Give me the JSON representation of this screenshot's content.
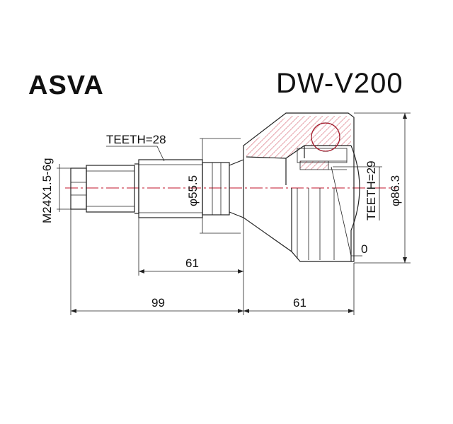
{
  "header": {
    "brand": "ASVA",
    "part_number": "DW-V200"
  },
  "labels": {
    "teeth_outer": "TEETH=28",
    "teeth_inner": "TEETH=29",
    "thread": "M24X1.5-6g",
    "dia_shaft": "φ55.5",
    "dia_bell": "φ86.3",
    "o_label": "0",
    "dim_shaft_len": "61",
    "dim_total_len": "99",
    "dim_bell_len": "61"
  },
  "colors": {
    "line": "#222222",
    "accent": "#c0162b"
  }
}
